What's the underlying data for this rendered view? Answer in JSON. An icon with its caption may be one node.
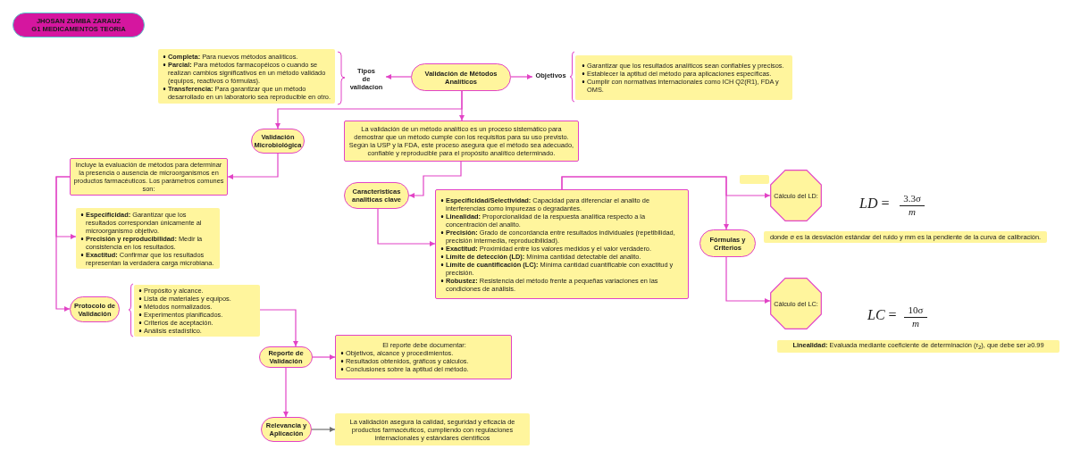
{
  "diagram": {
    "nodes": [
      {
        "text": [
          "JHOSAN ZUMBA ZARAUZ",
          "G1 MEDICAMENTOS TEORIA"
        ]
      },
      {
        "text": [
          "**Completa:** Para nuevos métodos analíticos.",
          "**Parcial:** Para métodos farmacopéicos o cuando se realizan cambios significativos en un método validado (equipos, reactivos o fórmulas).",
          "**Transferencia:** Para garantizar que un método desarrollado en un laboratorio sea reproducible en otro."
        ]
      },
      {
        "text": [
          "Tipos de validacion"
        ]
      },
      {
        "text": [
          "Validación de Métodos Analíticos"
        ]
      },
      {
        "text": [
          "Objetivos"
        ]
      },
      {
        "text": [
          "Garantizar que los resultados analíticos sean confiables y precisos.",
          "Establecer la aptitud del método para aplicaciones específicas.",
          "Cumplir con normativas internacionales como ICH Q2(R1), FDA y OMS."
        ]
      },
      {
        "text": [
          "Validación Microbiológica"
        ]
      },
      {
        "text": [
          "La validación de un método analítico es un proceso sistemático para demostrar que un método cumple con los requisitos para su uso previsto. Según la USP y la FDA, este proceso asegura que el método sea adecuado, confiable y reproducible para el propósito analítico determinado."
        ]
      },
      {
        "text": [
          "Incluye la evaluación de métodos para determinar la presencia o ausencia de microorganismos en productos farmacéuticos. Los parámetros comunes son:"
        ]
      },
      {
        "text": [
          "Caracteristicas analiticas clave"
        ]
      },
      {
        "text": [
          "**Especificidad/Selectividad:** Capacidad para diferenciar el analito de interferencias como impurezas o degradantes.",
          "**Linealidad:** Proporcionalidad de la respuesta analítica respecto a la concentración del analito.",
          "**Precisión:** Grado de concordancia entre resultados individuales (repetibilidad, precisión intermedia, reproducibilidad).",
          "**Exactitud:** Proximidad entre los valores medidos y el valor verdadero.",
          "**Límite de detección (LD):** Mínima cantidad detectable del analito.",
          "**Límite de cuantificación (LC):** Mínima cantidad cuantificable con exactitud y precisión.",
          "**Robustez:** Resistencia del método frente a pequeñas variaciones en las condiciones de análisis."
        ]
      },
      {
        "text": [],
        "shape": "box"
      },
      {
        "text": [
          "Cálculo del LD:"
        ]
      },
      {
        "text": [
          "Fórmulas y Criterios"
        ]
      },
      {
        "text": [
          "donde σ es la desviación estándar del ruido y mm es la pendiente de la curva de calibración."
        ]
      },
      {
        "text": [
          "Cálculo del LC:"
        ]
      },
      {
        "text": [
          "**Linealidad:** Evaluada mediante coeficiente de determinación (r$_{2}$), que debe ser ≥0.99"
        ]
      },
      {
        "text": [
          "**Especificidad:** Garantizar que los resultados correspondan únicamente al microorganismo objetivo.",
          "**Precisión y reproducibilidad:** Medir la consistencia en los resultados.",
          "**Exactitud:** Confirmar que los resultados representan la verdadera carga microbiana."
        ]
      },
      {
        "text": [
          "Protocolo de Validación"
        ]
      },
      {
        "text": [
          "Propósito y alcance.",
          "Lista de materiales y equipos.",
          "Métodos normalizados.",
          "Experimentos planificados.",
          "Criterios de aceptación.",
          "Análisis estadístico."
        ]
      },
      {
        "text": [
          "Reporte de Validación"
        ]
      },
      {
        "text": [
          "El reporte debe documentar:",
          "Objetivos, alcance y procedimientos.",
          "Resultados obtenidos, gráficos y cálculos.",
          "Conclusiones sobre la aptitud del método."
        ]
      },
      {
        "text": [
          "Relevancia y Aplicación"
        ]
      },
      {
        "text": [
          "La validación asegura la calidad, seguridad y eficacia de productos farmacéuticos, cumpliendo con regulaciones internacionales y estándares científicos"
        ]
      }
    ],
    "edges": [
      {
        "from": 3,
        "to": 2,
        "arrow": "to"
      },
      {
        "from": 3,
        "to": 4,
        "arrow": "to"
      },
      {
        "from": 3,
        "to": 7,
        "arrow": "to"
      },
      {
        "from": 3,
        "to": 6,
        "arrow": "to"
      },
      {
        "from": 6,
        "to": 8,
        "arrow": "to"
      },
      {
        "from": 8,
        "to": 17,
        "arrow": "to"
      },
      {
        "from": 8,
        "to": 18,
        "arrow": "to"
      },
      {
        "from": 7,
        "to": 9,
        "arrow": "to"
      },
      {
        "from": 9,
        "to": 10,
        "arrow": "to"
      },
      {
        "from": 10,
        "to": 13,
        "arrow": "to"
      },
      {
        "from": 10,
        "to": 12,
        "arrow": "to"
      },
      {
        "from": 13,
        "to": 15,
        "arrow": "to"
      },
      {
        "from": 19,
        "to": 20,
        "arrow": "to"
      },
      {
        "from": 20,
        "to": 21,
        "arrow": "to"
      },
      {
        "from": 20,
        "to": 22,
        "arrow": "to"
      },
      {
        "from": 22,
        "to": 23,
        "arrow": "to",
        "color": "#707070"
      }
    ],
    "labels": [
      "*LD* =",
      "3.3σ",
      "m",
      "*LC* =",
      "10σ",
      "m"
    ]
  }
}
